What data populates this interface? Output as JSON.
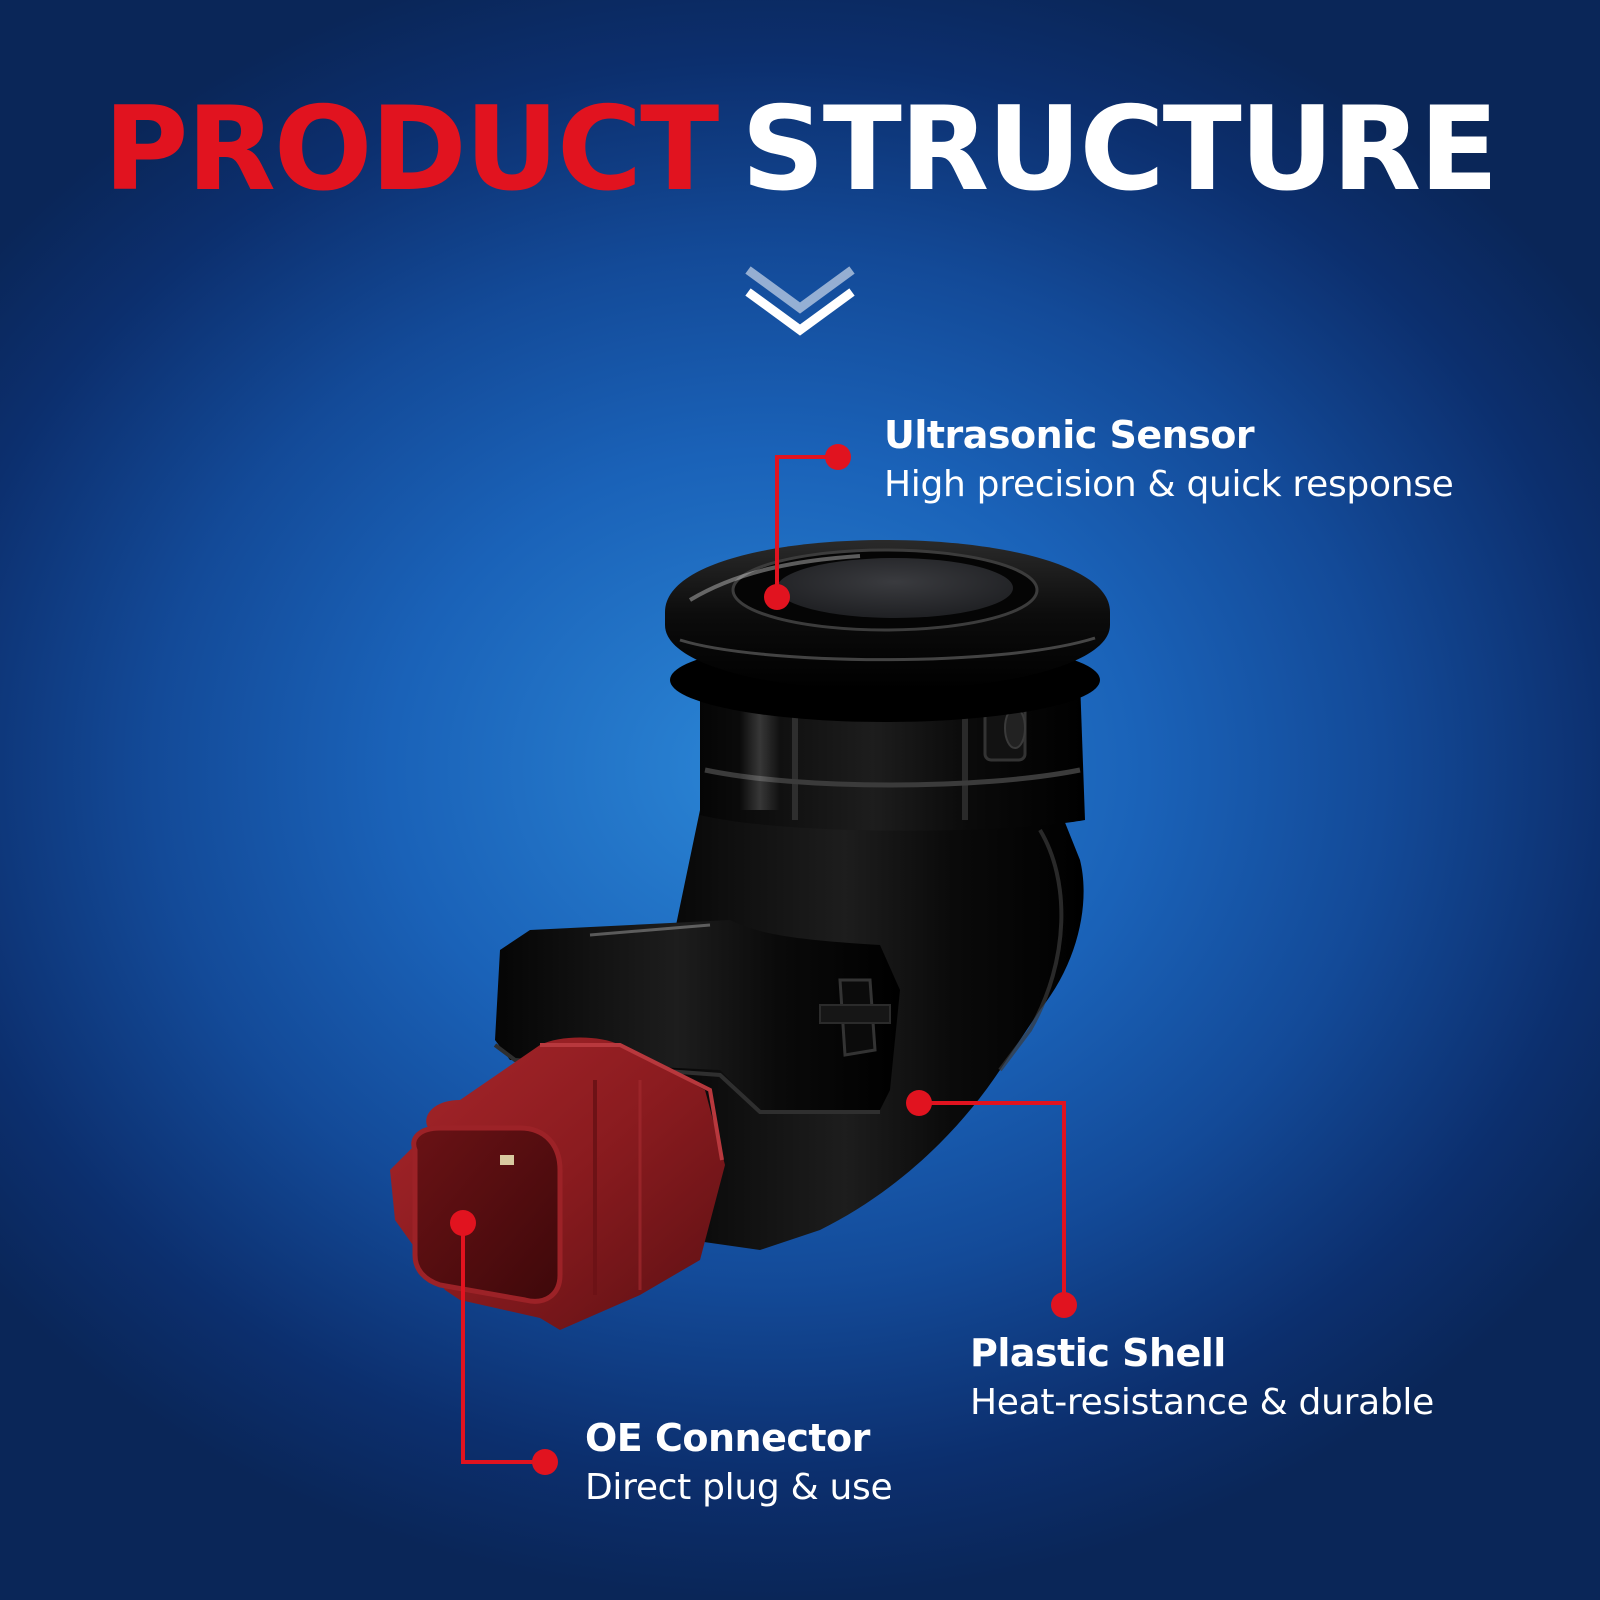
{
  "heading": {
    "word1": "PRODUCT",
    "word2": "STRUCTURE"
  },
  "colors": {
    "accent_red": "#e1131f",
    "title_white": "#ffffff",
    "callout_red": "#e1131f",
    "bg_center": "#2b86d6",
    "bg_edge": "#0a2658"
  },
  "icons": {
    "divider": "double-chevron-down-icon"
  },
  "callouts": [
    {
      "title": "Ultrasonic Sensor",
      "desc": "High precision & quick response"
    },
    {
      "title": "Plastic Shell",
      "desc": "Heat-resistance & durable"
    },
    {
      "title": "OE Connector",
      "desc": "Direct plug & use"
    }
  ]
}
